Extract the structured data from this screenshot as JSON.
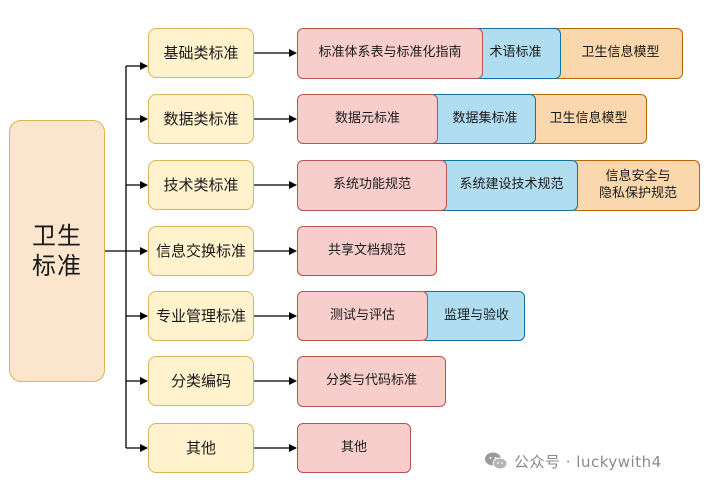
{
  "root": {
    "label": "卫生标准"
  },
  "categories": [
    {
      "label": "基础类标准",
      "items": [
        {
          "label": "标准体系表与标准化指南",
          "color": "pink"
        },
        {
          "label": "术语标准",
          "color": "blue"
        },
        {
          "label": "卫生信息模型",
          "color": "orange"
        }
      ]
    },
    {
      "label": "数据类标准",
      "items": [
        {
          "label": "数据元标准",
          "color": "pink"
        },
        {
          "label": "数据集标准",
          "color": "blue"
        },
        {
          "label": "卫生信息模型",
          "color": "orange"
        }
      ]
    },
    {
      "label": "技术类标准",
      "items": [
        {
          "label": "系统功能规范",
          "color": "pink"
        },
        {
          "label": "系统建设技术规范",
          "color": "blue"
        },
        {
          "label": "信息安全与\n隐私保护规范",
          "color": "orange"
        }
      ]
    },
    {
      "label": "信息交换标准",
      "items": [
        {
          "label": "共享文档规范",
          "color": "pink"
        }
      ]
    },
    {
      "label": "专业管理标准",
      "items": [
        {
          "label": "测试与评估",
          "color": "pink"
        },
        {
          "label": "监理与验收",
          "color": "blue"
        }
      ]
    },
    {
      "label": "分类编码",
      "items": [
        {
          "label": "分类与代码标准",
          "color": "pink"
        }
      ]
    },
    {
      "label": "其他",
      "items": [
        {
          "label": "其他",
          "color": "pink"
        }
      ]
    }
  ],
  "watermark": {
    "text": "公众号 · luckywith4"
  }
}
